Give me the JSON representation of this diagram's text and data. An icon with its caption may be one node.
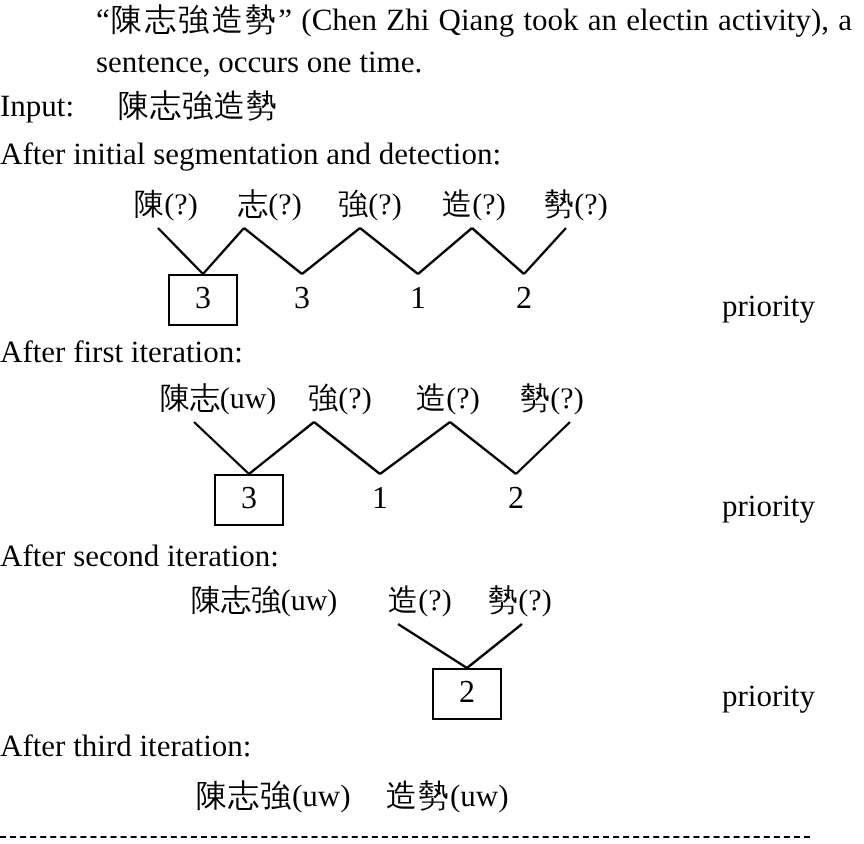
{
  "diagram": {
    "nodes": [
      {
        "text": [
          "陳(?)"
        ]
      },
      {
        "text": [
          "志(?)"
        ]
      },
      {
        "text": [
          "強(?)"
        ]
      },
      {
        "text": [
          "造(?)"
        ]
      },
      {
        "text": [
          "勢(?)"
        ]
      },
      {
        "text": [
          "3"
        ]
      },
      {
        "text": [
          "3"
        ]
      },
      {
        "text": [
          "1"
        ]
      },
      {
        "text": [
          "2"
        ]
      },
      {
        "text": [
          "陳志(uw)"
        ]
      },
      {
        "text": [
          "強(?)"
        ]
      },
      {
        "text": [
          "造(?)"
        ]
      },
      {
        "text": [
          "勢(?)"
        ]
      },
      {
        "text": [
          "3"
        ]
      },
      {
        "text": [
          "1"
        ]
      },
      {
        "text": [
          "2"
        ]
      },
      {
        "text": [
          "陳志強(uw)"
        ]
      },
      {
        "text": [
          "造(?)"
        ]
      },
      {
        "text": [
          "勢(?)"
        ]
      },
      {
        "text": [
          "2"
        ]
      }
    ],
    "edges": [
      {
        "from": 0,
        "to": 5,
        "arrow": "none"
      },
      {
        "from": 1,
        "to": 5,
        "arrow": "none"
      },
      {
        "from": 1,
        "to": 6,
        "arrow": "none"
      },
      {
        "from": 2,
        "to": 6,
        "arrow": "none"
      },
      {
        "from": 2,
        "to": 7,
        "arrow": "none"
      },
      {
        "from": 3,
        "to": 7,
        "arrow": "none"
      },
      {
        "from": 3,
        "to": 8,
        "arrow": "none"
      },
      {
        "from": 4,
        "to": 8,
        "arrow": "none"
      },
      {
        "from": 9,
        "to": 13,
        "arrow": "none"
      },
      {
        "from": 10,
        "to": 13,
        "arrow": "none"
      },
      {
        "from": 10,
        "to": 14,
        "arrow": "none"
      },
      {
        "from": 11,
        "to": 14,
        "arrow": "none"
      },
      {
        "from": 11,
        "to": 15,
        "arrow": "none"
      },
      {
        "from": 12,
        "to": 15,
        "arrow": "none"
      },
      {
        "from": 17,
        "to": 19,
        "arrow": "none"
      },
      {
        "from": 18,
        "to": 19,
        "arrow": "none"
      }
    ],
    "labels": [
      "“陳志強造勢” (Chen Zhi Qiang took an electin activity), a sentence, occurs one time.",
      "Input:",
      "陳志強造勢",
      "After initial segmentation and detection:",
      "priority",
      "After first iteration:",
      "priority",
      "After second iteration:",
      "priority",
      "After third iteration:",
      "陳志強(uw)",
      "造勢(uw)"
    ]
  }
}
